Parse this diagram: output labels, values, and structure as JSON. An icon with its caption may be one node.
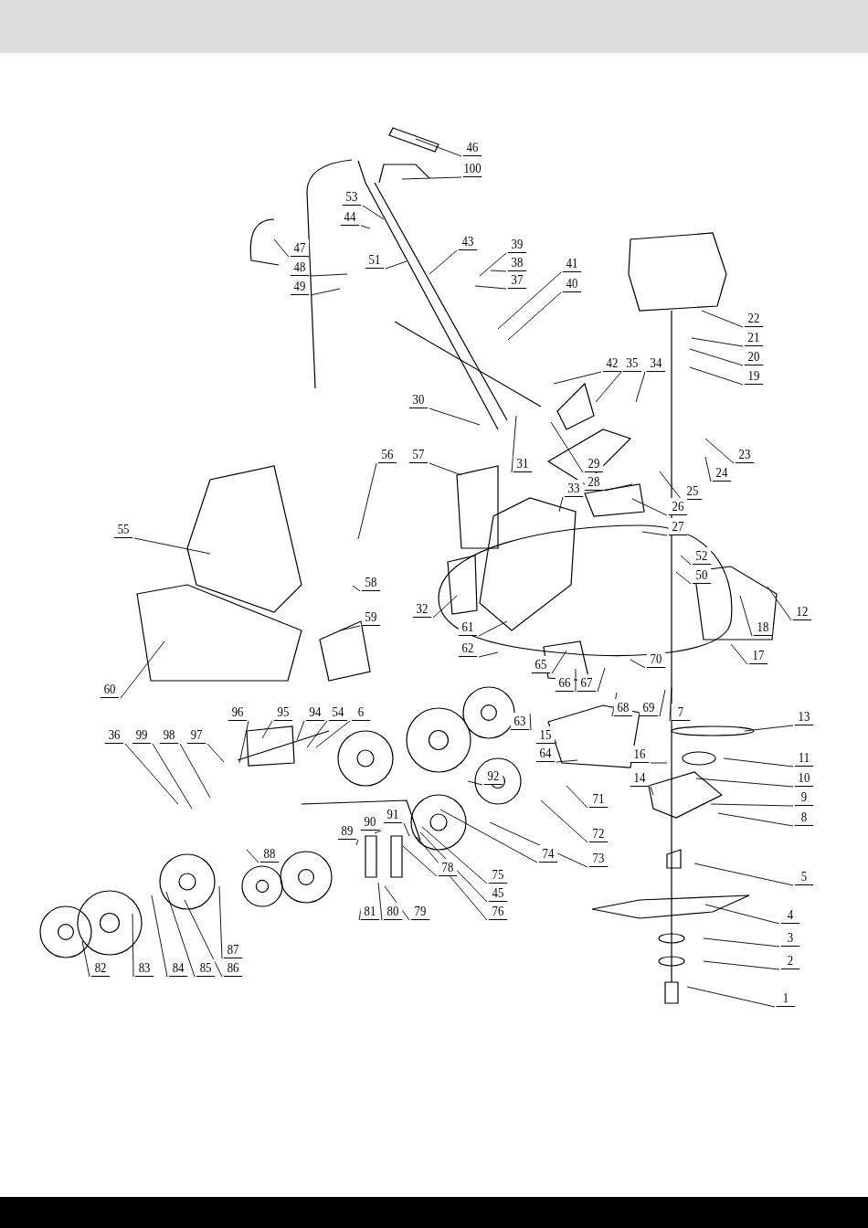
{
  "diagram": {
    "nodes": [
      {
        "text": [
          "46"
        ]
      },
      {
        "text": [
          "100"
        ]
      },
      {
        "text": [
          "53"
        ]
      },
      {
        "text": [
          "44"
        ]
      },
      {
        "text": [
          "43"
        ]
      },
      {
        "text": [
          "47"
        ]
      },
      {
        "text": [
          "48"
        ]
      },
      {
        "text": [
          "49"
        ]
      },
      {
        "text": [
          "51"
        ]
      },
      {
        "text": [
          "39"
        ]
      },
      {
        "text": [
          "38"
        ]
      },
      {
        "text": [
          "37"
        ]
      },
      {
        "text": [
          "41"
        ]
      },
      {
        "text": [
          "40"
        ]
      },
      {
        "text": [
          "22"
        ]
      },
      {
        "text": [
          "21"
        ]
      },
      {
        "text": [
          "20"
        ]
      },
      {
        "text": [
          "19"
        ]
      },
      {
        "text": [
          "42"
        ]
      },
      {
        "text": [
          "35"
        ]
      },
      {
        "text": [
          "34"
        ]
      },
      {
        "text": [
          "30"
        ]
      },
      {
        "text": [
          "31"
        ]
      },
      {
        "text": [
          "29"
        ]
      },
      {
        "text": [
          "28"
        ]
      },
      {
        "text": [
          "23"
        ]
      },
      {
        "text": [
          "24"
        ]
      },
      {
        "text": [
          "25"
        ]
      },
      {
        "text": [
          "33"
        ]
      },
      {
        "text": [
          "26"
        ]
      },
      {
        "text": [
          "27"
        ]
      },
      {
        "text": [
          "56"
        ]
      },
      {
        "text": [
          "57"
        ]
      },
      {
        "text": [
          "55"
        ]
      },
      {
        "text": [
          "52"
        ]
      },
      {
        "text": [
          "50"
        ]
      },
      {
        "text": [
          "12"
        ]
      },
      {
        "text": [
          "18"
        ]
      },
      {
        "text": [
          "17"
        ]
      },
      {
        "text": [
          "58"
        ]
      },
      {
        "text": [
          "32"
        ]
      },
      {
        "text": [
          "61"
        ]
      },
      {
        "text": [
          "62"
        ]
      },
      {
        "text": [
          "59"
        ]
      },
      {
        "text": [
          "60"
        ]
      },
      {
        "text": [
          "65"
        ]
      },
      {
        "text": [
          "70"
        ]
      },
      {
        "text": [
          "7"
        ]
      },
      {
        "text": [
          "66"
        ]
      },
      {
        "text": [
          "67"
        ]
      },
      {
        "text": [
          "68"
        ]
      },
      {
        "text": [
          "69"
        ]
      },
      {
        "text": [
          "63"
        ]
      },
      {
        "text": [
          "15"
        ]
      },
      {
        "text": [
          "64"
        ]
      },
      {
        "text": [
          "13"
        ]
      },
      {
        "text": [
          "11"
        ]
      },
      {
        "text": [
          "10"
        ]
      },
      {
        "text": [
          "16"
        ]
      },
      {
        "text": [
          "14"
        ]
      },
      {
        "text": [
          "9"
        ]
      },
      {
        "text": [
          "8"
        ]
      },
      {
        "text": [
          "5"
        ]
      },
      {
        "text": [
          "4"
        ]
      },
      {
        "text": [
          "3"
        ]
      },
      {
        "text": [
          "2"
        ]
      },
      {
        "text": [
          "1"
        ]
      },
      {
        "text": [
          "96"
        ]
      },
      {
        "text": [
          "95"
        ]
      },
      {
        "text": [
          "94"
        ]
      },
      {
        "text": [
          "54"
        ]
      },
      {
        "text": [
          "6"
        ]
      },
      {
        "text": [
          "36"
        ]
      },
      {
        "text": [
          "99"
        ]
      },
      {
        "text": [
          "98"
        ]
      },
      {
        "text": [
          "97"
        ]
      },
      {
        "text": [
          "92"
        ]
      },
      {
        "text": [
          "71"
        ]
      },
      {
        "text": [
          "72"
        ]
      },
      {
        "text": [
          "74"
        ]
      },
      {
        "text": [
          "73"
        ]
      },
      {
        "text": [
          "91"
        ]
      },
      {
        "text": [
          "90"
        ]
      },
      {
        "text": [
          "89"
        ]
      },
      {
        "text": [
          "75"
        ]
      },
      {
        "text": [
          "45"
        ]
      },
      {
        "text": [
          "78"
        ]
      },
      {
        "text": [
          "76"
        ]
      },
      {
        "text": [
          "88"
        ]
      },
      {
        "text": [
          "79"
        ]
      },
      {
        "text": [
          "80"
        ]
      },
      {
        "text": [
          "81"
        ]
      },
      {
        "text": [
          "87"
        ]
      },
      {
        "text": [
          "86"
        ]
      },
      {
        "text": [
          "85"
        ]
      },
      {
        "text": [
          "84"
        ]
      },
      {
        "text": [
          "83"
        ]
      },
      {
        "text": [
          "82"
        ]
      }
    ],
    "edges": [
      {
        "from": 0,
        "to": null,
        "arrow": "none"
      },
      {
        "from": 1,
        "to": null,
        "arrow": "none"
      },
      {
        "from": 2,
        "to": null,
        "arrow": "none"
      },
      {
        "from": 3,
        "to": null,
        "arrow": "none"
      },
      {
        "from": 4,
        "to": null,
        "arrow": "none"
      },
      {
        "from": 5,
        "to": null,
        "arrow": "none"
      },
      {
        "from": 6,
        "to": null,
        "arrow": "none"
      },
      {
        "from": 7,
        "to": null,
        "arrow": "none"
      },
      {
        "from": 8,
        "to": null,
        "arrow": "none"
      },
      {
        "from": 9,
        "to": null,
        "arrow": "none"
      },
      {
        "from": 10,
        "to": null,
        "arrow": "none"
      },
      {
        "from": 11,
        "to": null,
        "arrow": "none"
      },
      {
        "from": 12,
        "to": null,
        "arrow": "none"
      },
      {
        "from": 13,
        "to": null,
        "arrow": "none"
      },
      {
        "from": 14,
        "to": null,
        "arrow": "none"
      },
      {
        "from": 15,
        "to": null,
        "arrow": "none"
      },
      {
        "from": 16,
        "to": null,
        "arrow": "none"
      },
      {
        "from": 17,
        "to": null,
        "arrow": "none"
      },
      {
        "from": 18,
        "to": null,
        "arrow": "none"
      },
      {
        "from": 19,
        "to": null,
        "arrow": "none"
      },
      {
        "from": 20,
        "to": null,
        "arrow": "none"
      },
      {
        "from": 21,
        "to": null,
        "arrow": "none"
      },
      {
        "from": 22,
        "to": null,
        "arrow": "none"
      },
      {
        "from": 23,
        "to": null,
        "arrow": "none"
      },
      {
        "from": 24,
        "to": null,
        "arrow": "none"
      },
      {
        "from": 25,
        "to": null,
        "arrow": "none"
      },
      {
        "from": 26,
        "to": null,
        "arrow": "none"
      },
      {
        "from": 27,
        "to": null,
        "arrow": "none"
      },
      {
        "from": 28,
        "to": null,
        "arrow": "none"
      },
      {
        "from": 29,
        "to": null,
        "arrow": "none"
      },
      {
        "from": 30,
        "to": null,
        "arrow": "none"
      },
      {
        "from": 31,
        "to": null,
        "arrow": "none"
      },
      {
        "from": 32,
        "to": null,
        "arrow": "none"
      },
      {
        "from": 33,
        "to": null,
        "arrow": "none"
      },
      {
        "from": 34,
        "to": null,
        "arrow": "none"
      },
      {
        "from": 35,
        "to": null,
        "arrow": "none"
      },
      {
        "from": 36,
        "to": null,
        "arrow": "none"
      },
      {
        "from": 37,
        "to": null,
        "arrow": "none"
      },
      {
        "from": 38,
        "to": null,
        "arrow": "none"
      },
      {
        "from": 39,
        "to": null,
        "arrow": "none"
      },
      {
        "from": 40,
        "to": null,
        "arrow": "none"
      },
      {
        "from": 41,
        "to": null,
        "arrow": "none"
      },
      {
        "from": 42,
        "to": null,
        "arrow": "none"
      },
      {
        "from": 43,
        "to": null,
        "arrow": "none"
      },
      {
        "from": 44,
        "to": null,
        "arrow": "none"
      },
      {
        "from": 45,
        "to": null,
        "arrow": "none"
      },
      {
        "from": 46,
        "to": null,
        "arrow": "none"
      },
      {
        "from": 47,
        "to": null,
        "arrow": "none"
      },
      {
        "from": 48,
        "to": null,
        "arrow": "none"
      },
      {
        "from": 49,
        "to": null,
        "arrow": "none"
      },
      {
        "from": 50,
        "to": null,
        "arrow": "none"
      },
      {
        "from": 51,
        "to": null,
        "arrow": "none"
      },
      {
        "from": 52,
        "to": null,
        "arrow": "none"
      },
      {
        "from": 53,
        "to": null,
        "arrow": "none"
      },
      {
        "from": 54,
        "to": null,
        "arrow": "none"
      },
      {
        "from": 55,
        "to": null,
        "arrow": "none"
      },
      {
        "from": 56,
        "to": null,
        "arrow": "none"
      },
      {
        "from": 57,
        "to": null,
        "arrow": "none"
      },
      {
        "from": 58,
        "to": null,
        "arrow": "none"
      },
      {
        "from": 59,
        "to": null,
        "arrow": "none"
      },
      {
        "from": 60,
        "to": null,
        "arrow": "none"
      },
      {
        "from": 61,
        "to": null,
        "arrow": "none"
      },
      {
        "from": 62,
        "to": null,
        "arrow": "none"
      },
      {
        "from": 63,
        "to": null,
        "arrow": "none"
      },
      {
        "from": 64,
        "to": null,
        "arrow": "none"
      },
      {
        "from": 65,
        "to": null,
        "arrow": "none"
      },
      {
        "from": 66,
        "to": null,
        "arrow": "none"
      },
      {
        "from": 67,
        "to": null,
        "arrow": "none"
      },
      {
        "from": 68,
        "to": null,
        "arrow": "none"
      },
      {
        "from": 69,
        "to": null,
        "arrow": "none"
      },
      {
        "from": 70,
        "to": null,
        "arrow": "none"
      },
      {
        "from": 71,
        "to": null,
        "arrow": "none"
      },
      {
        "from": 72,
        "to": null,
        "arrow": "none"
      },
      {
        "from": 73,
        "to": null,
        "arrow": "none"
      },
      {
        "from": 74,
        "to": null,
        "arrow": "none"
      },
      {
        "from": 75,
        "to": null,
        "arrow": "none"
      },
      {
        "from": 76,
        "to": null,
        "arrow": "none"
      },
      {
        "from": 77,
        "to": null,
        "arrow": "none"
      },
      {
        "from": 78,
        "to": null,
        "arrow": "none"
      },
      {
        "from": 79,
        "to": null,
        "arrow": "none"
      },
      {
        "from": 80,
        "to": null,
        "arrow": "none"
      },
      {
        "from": 81,
        "to": null,
        "arrow": "none"
      },
      {
        "from": 82,
        "to": null,
        "arrow": "none"
      },
      {
        "from": 83,
        "to": null,
        "arrow": "none"
      },
      {
        "from": 84,
        "to": null,
        "arrow": "none"
      },
      {
        "from": 85,
        "to": null,
        "arrow": "none"
      },
      {
        "from": 86,
        "to": null,
        "arrow": "none"
      },
      {
        "from": 87,
        "to": null,
        "arrow": "none"
      },
      {
        "from": 88,
        "to": null,
        "arrow": "none"
      },
      {
        "from": 89,
        "to": null,
        "arrow": "none"
      },
      {
        "from": 90,
        "to": null,
        "arrow": "none"
      },
      {
        "from": 91,
        "to": null,
        "arrow": "none"
      },
      {
        "from": 92,
        "to": null,
        "arrow": "none"
      },
      {
        "from": 93,
        "to": null,
        "arrow": "none"
      },
      {
        "from": 94,
        "to": null,
        "arrow": "none"
      },
      {
        "from": 95,
        "to": null,
        "arrow": "none"
      },
      {
        "from": 96,
        "to": null,
        "arrow": "none"
      },
      {
        "from": 97,
        "to": null,
        "arrow": "none"
      }
    ]
  }
}
